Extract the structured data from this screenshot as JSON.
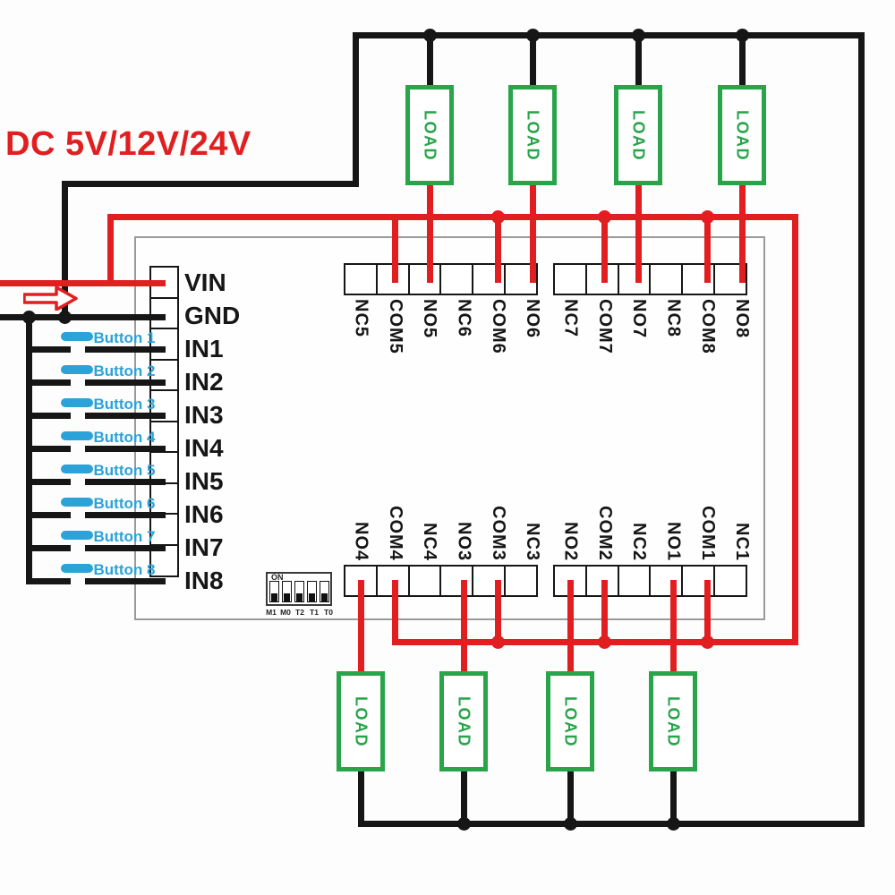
{
  "title": "DC 5V/12V/24V",
  "colors": {
    "red": "#e11e20",
    "black": "#161616",
    "green": "#28a449",
    "blue": "#2ba2d8",
    "board_outline": "#9a9a9a",
    "text": "#161616"
  },
  "left_terminals": [
    "VIN",
    "GND",
    "IN1",
    "IN2",
    "IN3",
    "IN4",
    "IN5",
    "IN6",
    "IN7",
    "IN8"
  ],
  "top_terminals": {
    "group1": [
      "NC5",
      "COM5",
      "NO5",
      "NC6",
      "COM6",
      "NO6"
    ],
    "group2": [
      "NC7",
      "COM7",
      "NO7",
      "NC8",
      "COM8",
      "NO8"
    ]
  },
  "bottom_terminals": {
    "group1": [
      "NO4",
      "COM4",
      "NC4",
      "NO3",
      "COM3",
      "NC3"
    ],
    "group2": [
      "NO2",
      "COM2",
      "NC2",
      "NO1",
      "COM1",
      "NC1"
    ]
  },
  "buttons": [
    "Button 1",
    "Button 2",
    "Button 3",
    "Button 4",
    "Button 5",
    "Button 6",
    "Button 7",
    "Button 8"
  ],
  "loads": {
    "top": [
      "LOAD",
      "LOAD",
      "LOAD",
      "LOAD"
    ],
    "bottom": [
      "LOAD",
      "LOAD",
      "LOAD",
      "LOAD"
    ]
  },
  "dip_switch": {
    "on_label": "ON",
    "pin_labels": [
      "M1",
      "M0",
      "T2",
      "T1",
      "T0"
    ],
    "positions": [
      "off",
      "off",
      "off",
      "off",
      "off"
    ]
  }
}
